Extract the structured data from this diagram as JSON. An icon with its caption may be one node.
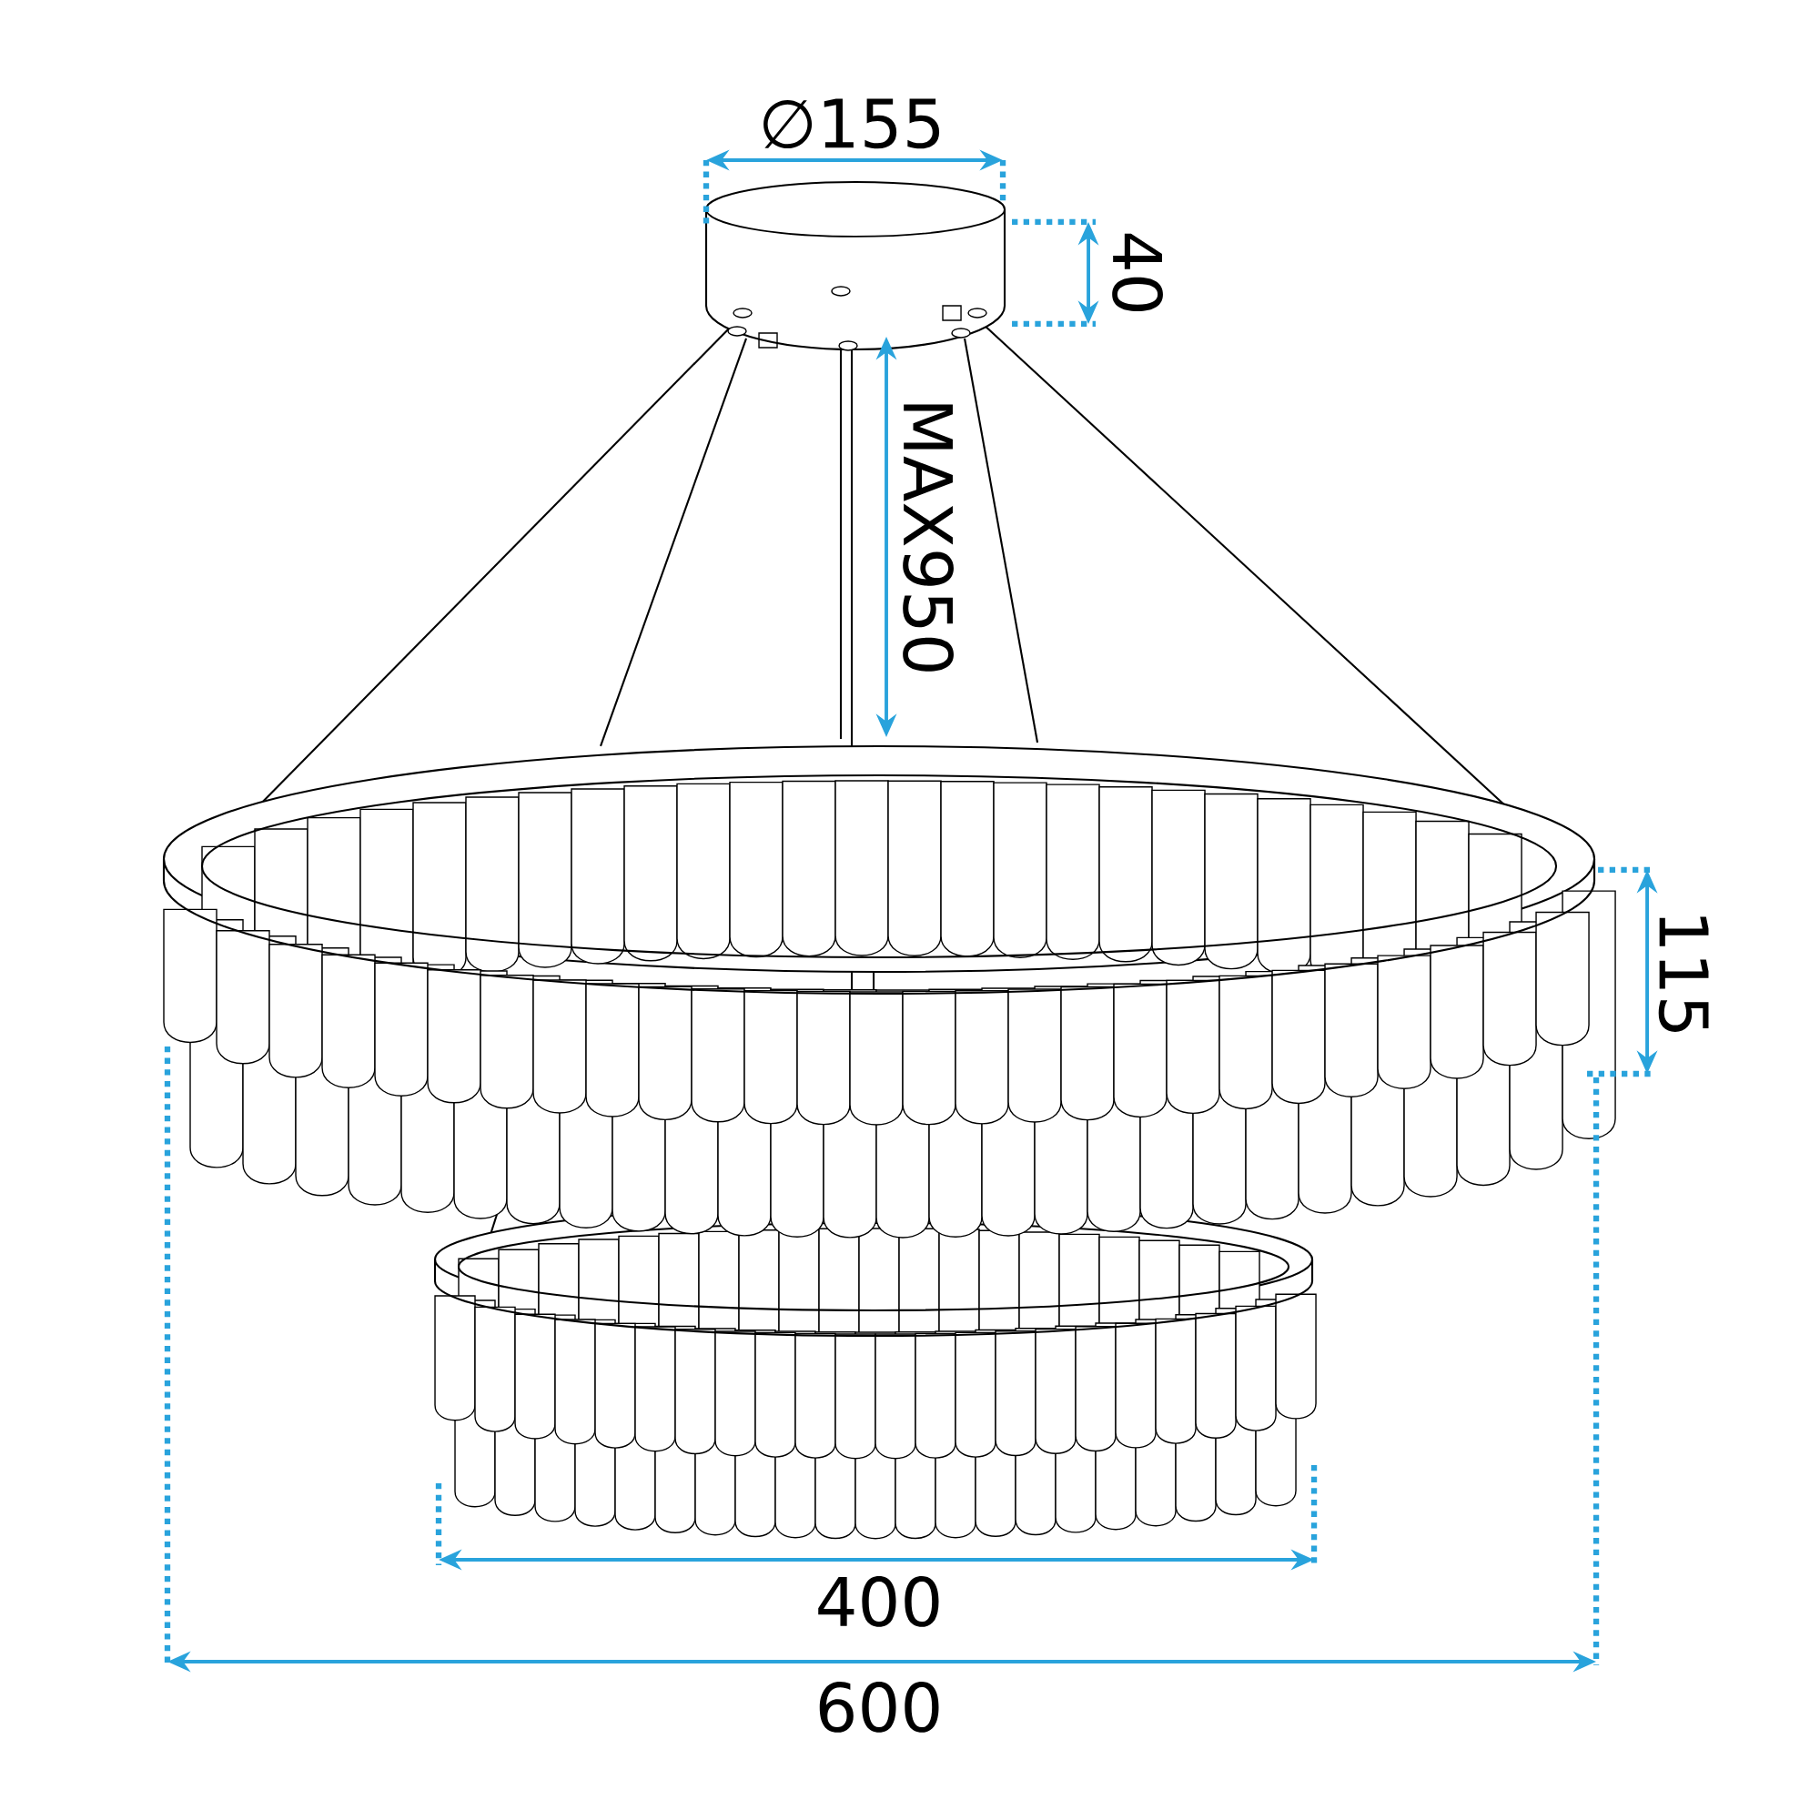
{
  "diagram": {
    "labels": [
      "∅155",
      "40",
      "MAX950",
      "115",
      "400",
      "600"
    ]
  }
}
